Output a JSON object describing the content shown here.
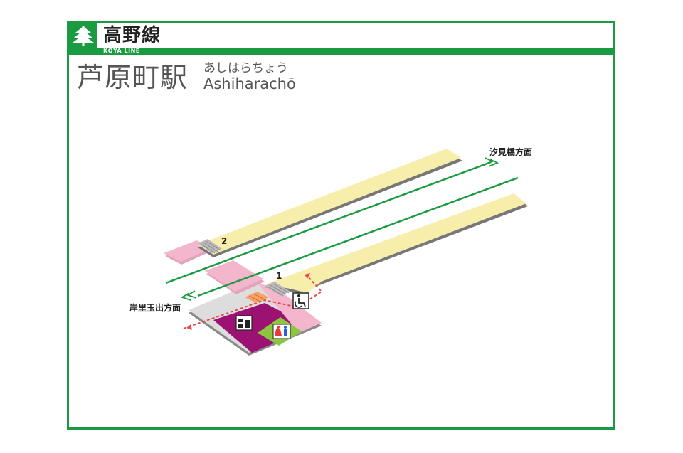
{
  "header": {
    "line_name": "高野線",
    "line_name_roman": "KŌYA LINE",
    "brand_color": "#1a9b41",
    "logo_icon": "tree-icon"
  },
  "station": {
    "name_kanji": "芦原町駅",
    "name_kana": "あしはらちょう",
    "name_roman": "Ashiharachō"
  },
  "diagram": {
    "platforms": [
      {
        "number": "2"
      },
      {
        "number": "1"
      }
    ],
    "directions": [
      {
        "label": "汐見橋方面"
      },
      {
        "label": "岸里玉出方面"
      }
    ],
    "facility_icons": [
      "wheelchair-icon",
      "ticket-gate-icon",
      "restroom-icon",
      "stairs-icon"
    ],
    "colors": {
      "platform": "#f6eeaa",
      "concourse": "#f4b6cd",
      "ticket_area": "#9c1273",
      "floor": "#dddddd",
      "track": "#1a9b41",
      "route": "#e84a4a"
    }
  }
}
